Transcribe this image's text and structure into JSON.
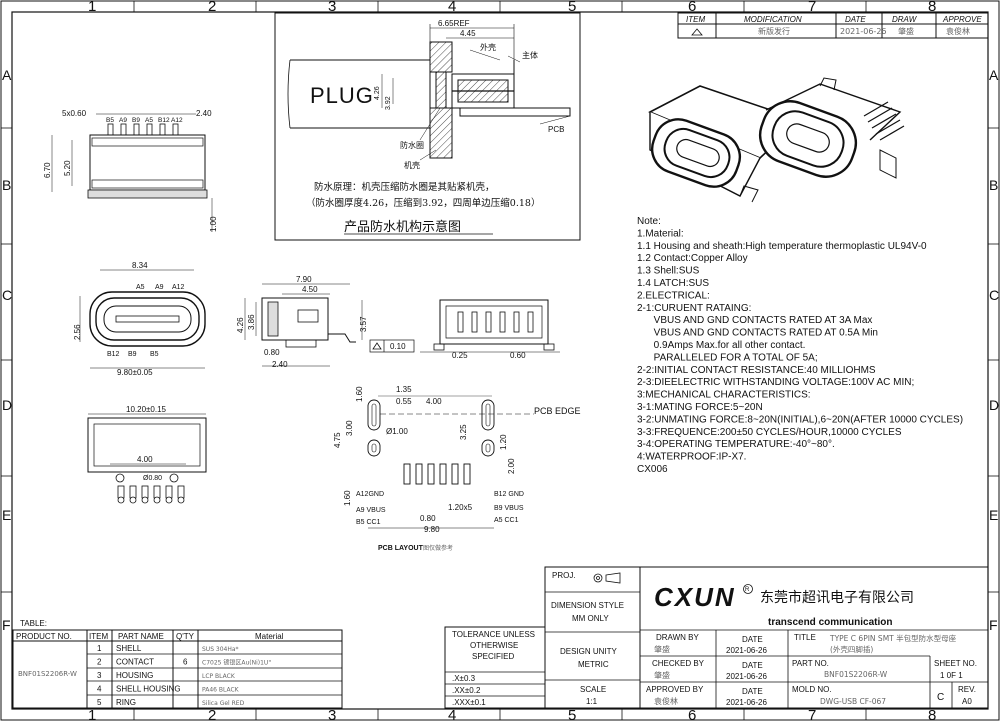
{
  "border": {
    "cols": [
      "1",
      "2",
      "3",
      "4",
      "5",
      "6",
      "7",
      "8"
    ],
    "rows": [
      "A",
      "B",
      "C",
      "D",
      "E",
      "F"
    ]
  },
  "revision": {
    "headers": [
      "ITEM",
      "MODIFICATION",
      "DATE",
      "DRAW",
      "APPROVE"
    ],
    "row": {
      "modification": "新版发行",
      "date": "2021-06-26",
      "draw": "肇盛",
      "approve": "袁俊林"
    }
  },
  "section_view": {
    "dim_top": "6.65REF",
    "dim_445": "4.45",
    "plug": "PLUG",
    "dim_426": "4.26",
    "dim_392": "3.92",
    "lbl_waike": "外壳",
    "lbl_zhuti": "主体",
    "lbl_pcb": "PCB",
    "lbl_fangshuiquan": "防水圈",
    "lbl_jike": "机壳",
    "note1": "防水原理：机壳压缩防水圈是其贴紧机壳，",
    "note2": "（防水圈厚度4.26，压缩到3.92，四周单边压缩0.18）",
    "caption": "产品防水机构示意图"
  },
  "front_view": {
    "dim_pitch": "5x0.60",
    "dim_240": "2.40",
    "pins": [
      "B5",
      "A9",
      "B9",
      "A5",
      "B12",
      "A12"
    ],
    "dim_670": "6.70",
    "dim_520": "5.20",
    "dim_100": "1.00"
  },
  "side_view": {
    "dim_834": "8.34",
    "pins_top": [
      "A5",
      "A9",
      "A12"
    ],
    "pins_bottom": [
      "B12",
      "B9",
      "B5"
    ],
    "dim_256": "2.56",
    "dim_980": "9.80±0.05",
    "dim_790": "7.90",
    "dim_450": "4.50",
    "dim_426": "4.26",
    "dim_386": "3.86",
    "dim_357": "3.57",
    "dim_080": "0.80",
    "dim_240": "2.40",
    "flatness": "0.10",
    "dim_025": "0.25",
    "dim_060": "0.60"
  },
  "bottom_view": {
    "dim_1020": "10.20±0.15",
    "dim_400": "4.00",
    "dim_hole": "Ø0.80"
  },
  "pcb_layout": {
    "dim_135": "1.35",
    "dim_055": "0.55",
    "dim_400": "4.00",
    "dim_160a": "1.60",
    "dim_475": "4.75",
    "dim_300": "3.00",
    "dim_hole": "Ø1.00",
    "dim_325": "3.25",
    "dim_120": "1.20",
    "dim_200": "2.00",
    "pcb_edge": "PCB EDGE",
    "dim_160b": "1.60",
    "dim_080b": "0.80",
    "pitch": "1.20x5",
    "dim_980": "9.80",
    "lbl_a12": "A12GND",
    "lbl_a9": "A9 VBUS",
    "lbl_b5": "B5 CC1",
    "lbl_b12": "B12 GND",
    "lbl_b9": "B9 VBUS",
    "lbl_a5": "A5 CC1",
    "title": "PCB LAYOUT",
    "title_cn": "图仅做参考"
  },
  "notes": [
    "Note:",
    "1.Material:",
    "1.1 Housing and sheath:High temperature thermoplastic UL94V-0",
    "1.2 Contact:Copper Alloy",
    "1.3 Shell:SUS",
    "1.4 LATCH:SUS",
    "2.ELECTRICAL:",
    "2-1:CURUENT RATAING:",
    "      VBUS AND GND CONTACTS RATED AT 3A Max",
    "      VBUS AND GND CONTACTS RATED AT 0.5A Min",
    "      0.9Amps Max.for all other contact.",
    "      PARALLELED FOR A TOTAL OF 5A;",
    "2-2:INITIAL CONTACT RESISTANCE:40 MILLIOHMS",
    "2-3:DIEELECTRIC WITHSTANDING VOLTAGE:100V AC MIN;",
    "3:MECHANICAL CHARACTERISTICS:",
    "3-1:MATING FORCE:5~20N",
    "3-2:UNMATING FORCE:8~20N(INITIAL),6~20N(AFTER 10000 CYCLES)",
    "3-3:FREQUENCE:200±50 CYCLES/HOUR,10000 CYCLES",
    "3-4:OPERATING TEMPERATURE:-40°~80°.",
    "4:WATERPROOF:IP-X7.",
    "CX006"
  ],
  "bom": {
    "caption": "TABLE:",
    "headers": [
      "PRODUCT NO.",
      "ITEM",
      "PART NAME",
      "Q'TY",
      "Material"
    ],
    "product_no": "BNF01S2206R-W",
    "rows": [
      {
        "item": "1",
        "name": "SHELL",
        "qty": "",
        "material": "SUS 304Ha*"
      },
      {
        "item": "2",
        "name": "CONTACT",
        "qty": "6",
        "material": "C7025 镀银区Au(Ni)1U\""
      },
      {
        "item": "3",
        "name": "HOUSING",
        "qty": "",
        "material": "LCP BLACK"
      },
      {
        "item": "4",
        "name": "SHELL HOUSING",
        "qty": "",
        "material": "PA46 BLACK"
      },
      {
        "item": "5",
        "name": "RING",
        "qty": "",
        "material": "Silica Gel RED"
      }
    ]
  },
  "title_block": {
    "tol_head": [
      "TOLERANCE UNLESS",
      "OTHERWISE",
      "SPECIFIED"
    ],
    "tols": [
      ".X±0.3",
      ".XX±0.2",
      ".XXX±0.1"
    ],
    "proj": "PROJ.",
    "dim_style": [
      "DIMENSION STYLE",
      "MM ONLY"
    ],
    "unity": [
      "DESIGN UNITY",
      "METRIC"
    ],
    "scale": [
      "SCALE",
      "1:1"
    ],
    "logo": "CXUN",
    "company_cn": "东莞市超讯电子有限公司",
    "company_en": "transcend communication",
    "drawn_by": "DRAWN BY",
    "drawn_name": "肇盛",
    "date_lbl": "DATE",
    "drawn_date": "2021-06-26",
    "checked_by": "CHECKED BY",
    "checked_name": "肇盛",
    "checked_date": "2021-06-26",
    "approved_by": "APPROVED BY",
    "approved_name": "袁俊林",
    "approved_date": "2021-06-26",
    "title_lbl": "TITLE",
    "title1": "TYPE C 6PIN SMT 半包型防水型母座",
    "title2": "(外壳四脚插)",
    "part_lbl": "PART NO.",
    "part_no": "BNF01S2206R-W",
    "mold_lbl": "MOLD NO.",
    "mold_no": "DWG-USB CF-067",
    "sheet_lbl": "SHEET NO.",
    "sheet_val": "1 0F 1",
    "size": "C",
    "rev_lbl": "REV.",
    "rev_val": "A0"
  }
}
